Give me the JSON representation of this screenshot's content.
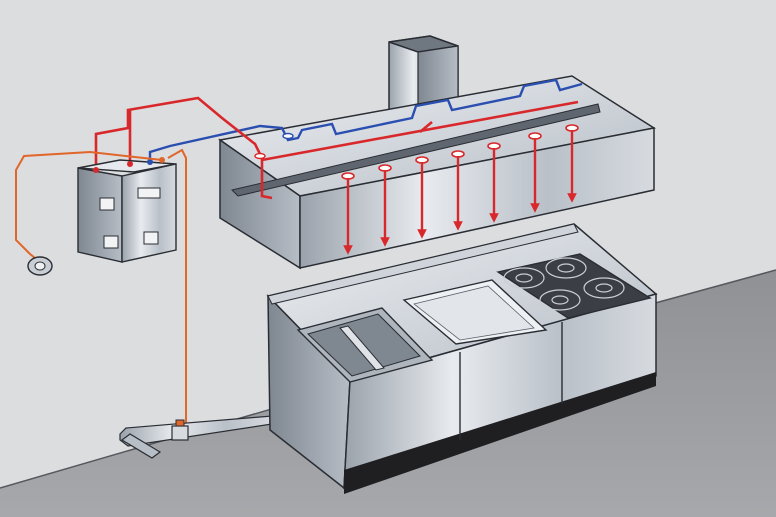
{
  "colors": {
    "wall": "#dcdddf",
    "floor": "#9a9c9f",
    "steel_light": "#e3e6ea",
    "steel_mid": "#b8bec6",
    "steel_dark": "#8a929c",
    "outline": "#2a2d33",
    "agent_line": "#d9282b",
    "detection_line": "#2b4fb0",
    "manual_pull_line": "#e0662a",
    "plinth": "#1f1f22"
  },
  "components": {
    "exhaust_duct": "exhaust-duct",
    "hood": "kitchen-exhaust-hood",
    "control_panels": "suppression-control-cabinets",
    "pull_station": "remote-manual-pull-station",
    "gas_valve": "gas-shutoff-valve",
    "appliance_line": "cooking-appliance-line",
    "fryer": "fryer",
    "griddle": "griddle",
    "range": "four-burner-range"
  },
  "nozzle_count": 7,
  "burner_count": 4
}
